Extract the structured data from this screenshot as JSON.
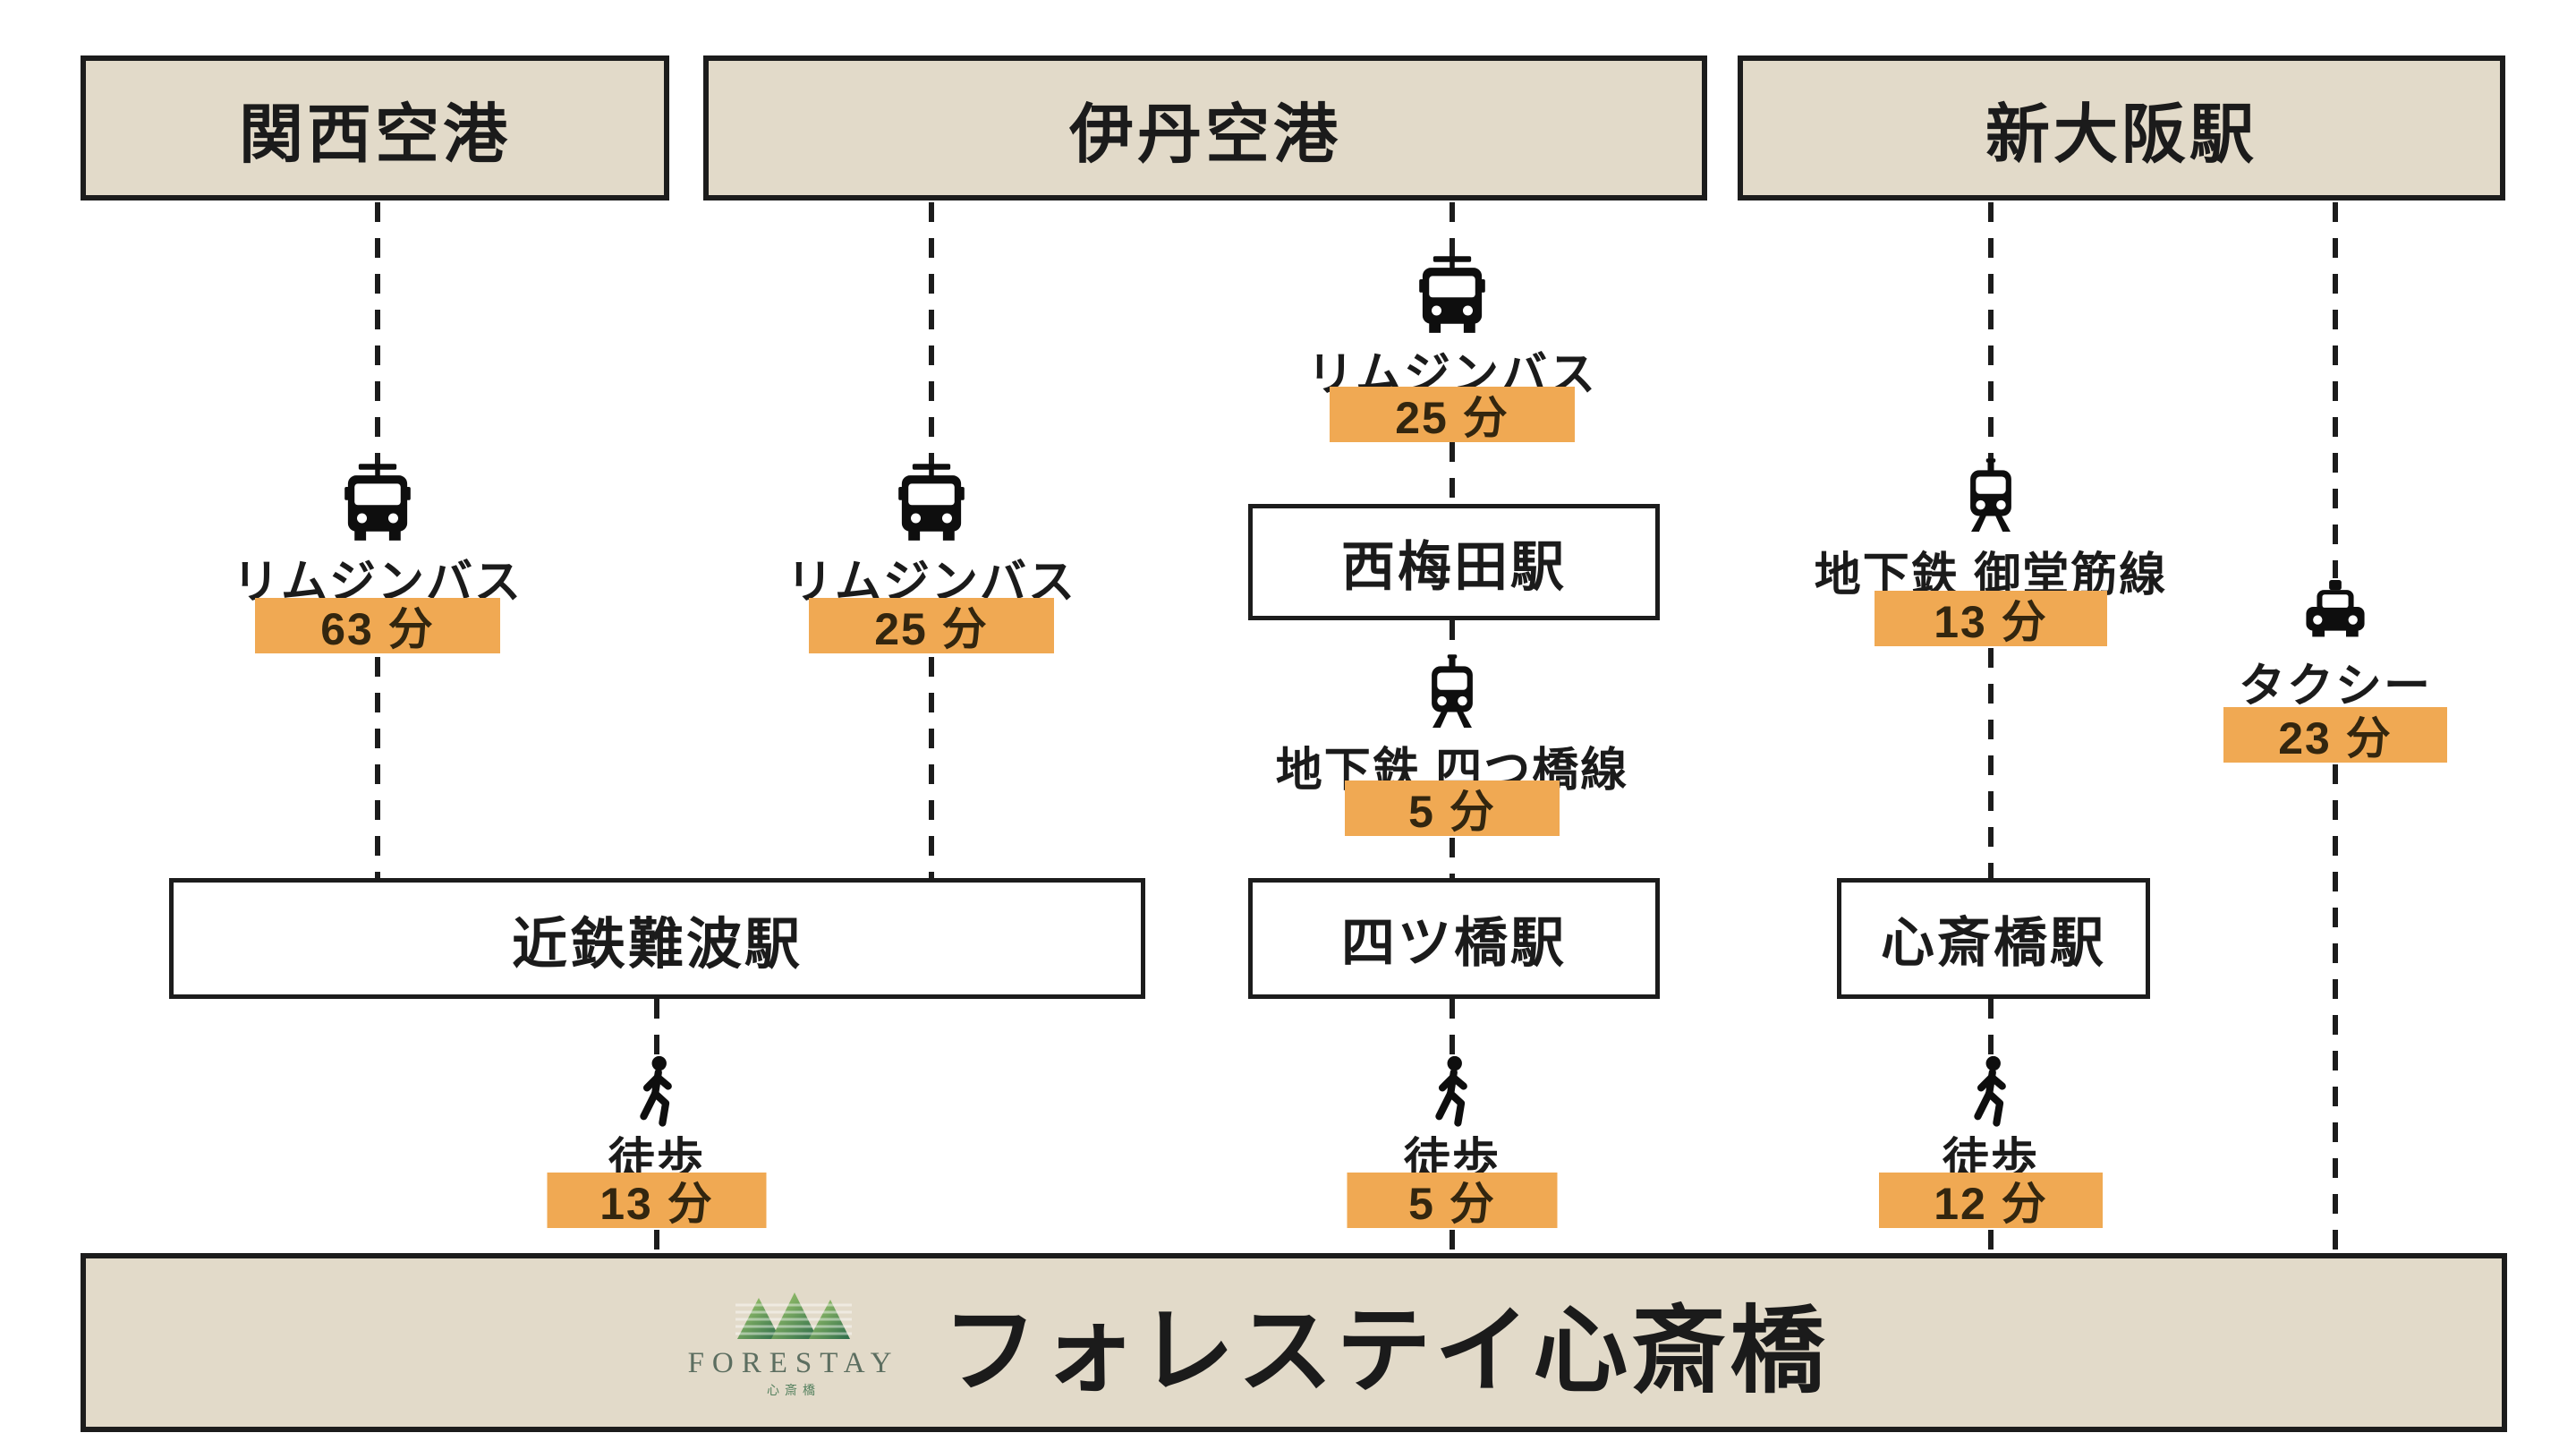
{
  "colors": {
    "badge_bg": "#F0A953",
    "box_beige": "#E2DAC9",
    "border": "#1C1C1C"
  },
  "origins": {
    "kansai": "関西空港",
    "itami": "伊丹空港",
    "shin_osaka": "新大阪駅"
  },
  "stations": {
    "nishi_umeda": "西梅田駅",
    "kintetsu_namba": "近鉄難波駅",
    "yotsubashi": "四ツ橋駅",
    "shinsaibashi": "心斎橋駅"
  },
  "legs": {
    "kansai_limousine": {
      "mode": "bus",
      "label": "リムジンバス",
      "duration": "63 分"
    },
    "itami_limousine_namba": {
      "mode": "bus",
      "label": "リムジンバス",
      "duration": "25 分"
    },
    "itami_limousine_umeda": {
      "mode": "bus",
      "label": "リムジンバス",
      "duration": "25 分"
    },
    "umeda_yotsubashi_line": {
      "mode": "train",
      "label": "地下鉄 四つ橋線",
      "duration": "5 分"
    },
    "shinosaka_midosuji_line": {
      "mode": "train",
      "label": "地下鉄 御堂筋線",
      "duration": "13 分"
    },
    "shinosaka_taxi": {
      "mode": "taxi",
      "label": "タクシー",
      "duration": "23 分"
    },
    "walk_from_namba": {
      "mode": "walk",
      "label": "徒歩",
      "duration": "13 分"
    },
    "walk_from_yotsubashi": {
      "mode": "walk",
      "label": "徒歩",
      "duration": "5 分"
    },
    "walk_from_shinsaibashi": {
      "mode": "walk",
      "label": "徒歩",
      "duration": "12 分"
    }
  },
  "destination": {
    "logo_text": "FORESTAY",
    "logo_sub": "心斎橋",
    "title": "フォレステイ心斎橋"
  }
}
